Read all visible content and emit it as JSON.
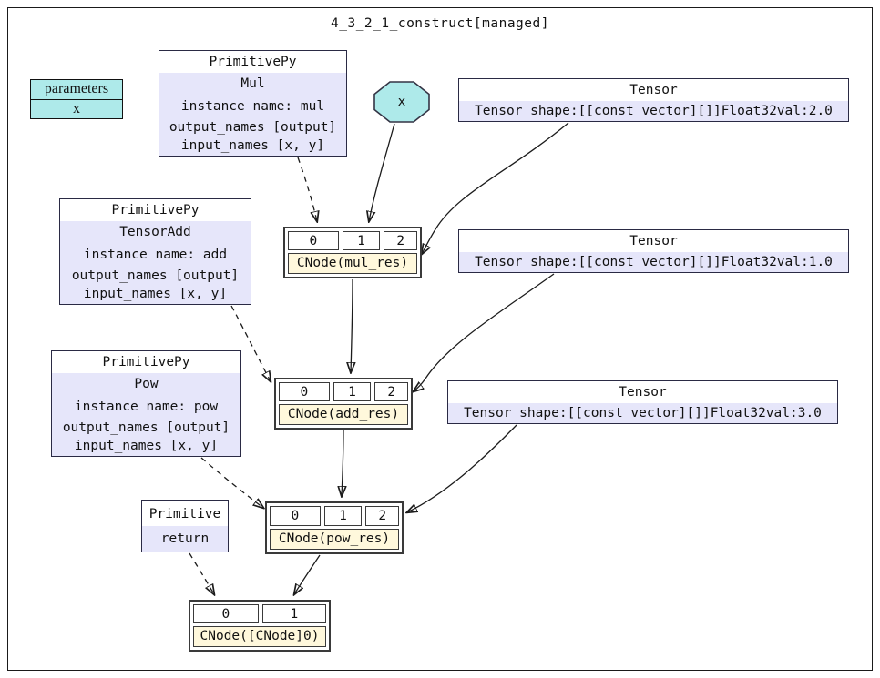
{
  "title": "4_3_2_1_construct[managed]",
  "colors": {
    "node_body": "#E6E6FA",
    "node_header": "#FFFFFF",
    "cnode_label": "#FFF8DC",
    "parameter_fill": "#AEEAEA",
    "border": "#2A2A44",
    "edge": "#1C1C1C"
  },
  "nodes": {
    "parameters": {
      "header": "parameters",
      "rows": [
        "x"
      ]
    },
    "param_x_octagon": {
      "label": "x"
    },
    "prim_mul": {
      "header": "PrimitivePy",
      "name": "Mul",
      "instance": "instance name: mul",
      "output_names": "output_names [output]",
      "input_names": "input_names [x, y]"
    },
    "prim_add": {
      "header": "PrimitivePy",
      "name": "TensorAdd",
      "instance": "instance name: add",
      "output_names": "output_names [output]",
      "input_names": "input_names [x, y]"
    },
    "prim_pow": {
      "header": "PrimitivePy",
      "name": "Pow",
      "instance": "instance name: pow",
      "output_names": "output_names [output]",
      "input_names": "input_names [x, y]"
    },
    "prim_return": {
      "header": "Primitive",
      "name": "return"
    },
    "tensor_2_0": {
      "header": "Tensor",
      "value": "Tensor shape:[[const vector][]]Float32val:2.0"
    },
    "tensor_1_0": {
      "header": "Tensor",
      "value": "Tensor shape:[[const vector][]]Float32val:1.0"
    },
    "tensor_3_0": {
      "header": "Tensor",
      "value": "Tensor shape:[[const vector][]]Float32val:3.0"
    },
    "cnode_mul_res": {
      "ports": [
        "0",
        "1",
        "2"
      ],
      "label": "CNode(mul_res)"
    },
    "cnode_add_res": {
      "ports": [
        "0",
        "1",
        "2"
      ],
      "label": "CNode(add_res)"
    },
    "cnode_pow_res": {
      "ports": [
        "0",
        "1",
        "2"
      ],
      "label": "CNode(pow_res)"
    },
    "cnode_cnode0": {
      "ports": [
        "0",
        "1"
      ],
      "label": "CNode([CNode]0)"
    }
  },
  "edges": [
    {
      "from": "prim_mul",
      "to": "cnode_mul_res:0",
      "style": "dashed"
    },
    {
      "from": "param_x_octagon",
      "to": "cnode_mul_res:1",
      "style": "solid"
    },
    {
      "from": "tensor_2_0",
      "to": "cnode_mul_res:2",
      "style": "solid"
    },
    {
      "from": "prim_add",
      "to": "cnode_add_res:0",
      "style": "dashed"
    },
    {
      "from": "cnode_mul_res",
      "to": "cnode_add_res:1",
      "style": "solid"
    },
    {
      "from": "tensor_1_0",
      "to": "cnode_add_res:2",
      "style": "solid"
    },
    {
      "from": "prim_pow",
      "to": "cnode_pow_res:0",
      "style": "dashed"
    },
    {
      "from": "cnode_add_res",
      "to": "cnode_pow_res:1",
      "style": "solid"
    },
    {
      "from": "tensor_3_0",
      "to": "cnode_pow_res:2",
      "style": "solid"
    },
    {
      "from": "prim_return",
      "to": "cnode_cnode0:0",
      "style": "dashed"
    },
    {
      "from": "cnode_pow_res",
      "to": "cnode_cnode0:1",
      "style": "solid"
    }
  ]
}
